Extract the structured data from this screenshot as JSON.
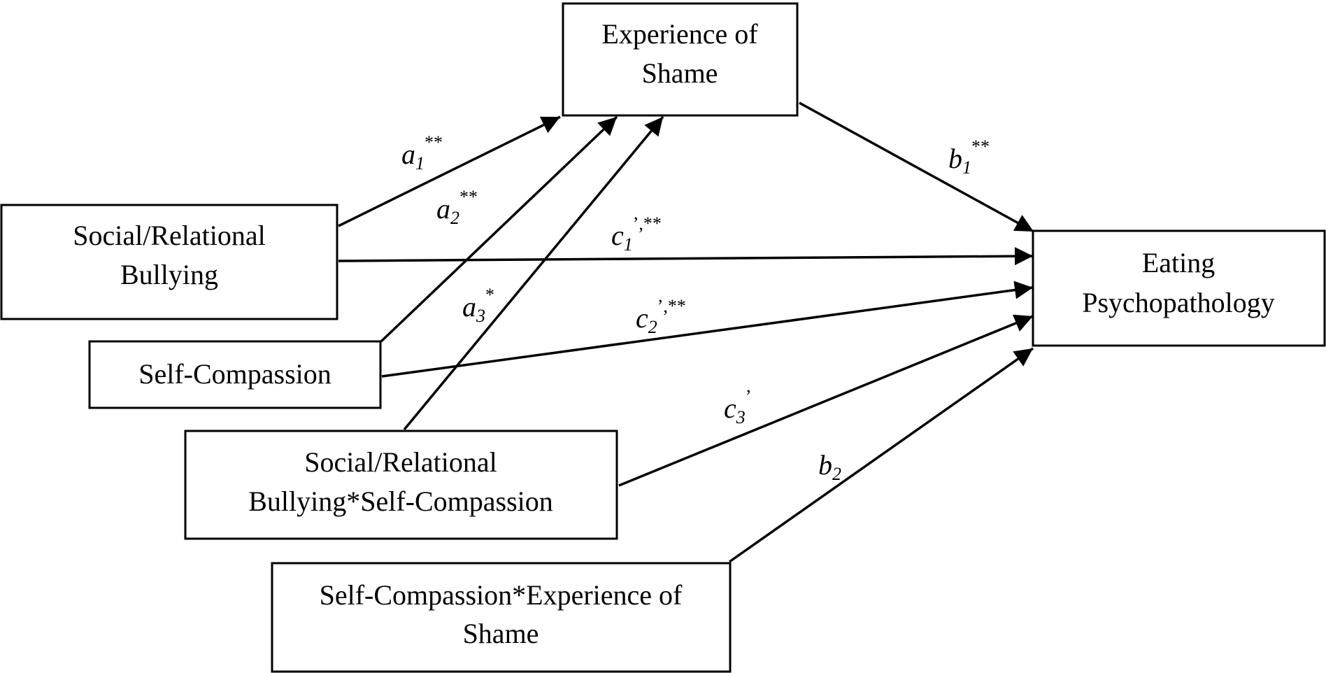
{
  "nodes": {
    "shame": {
      "line1": "Experience of",
      "line2": "Shame"
    },
    "bullying": {
      "line1": "Social/Relational",
      "line2": "Bullying"
    },
    "self_compassion": {
      "line1": "Self-Compassion"
    },
    "bullying_x_sc": {
      "line1": "Social/Relational",
      "line2": "Bullying*Self-Compassion"
    },
    "sc_x_shame": {
      "line1": "Self-Compassion*Experience of",
      "line2": "Shame"
    },
    "eating": {
      "line1": "Eating",
      "line2": "Psychopathology"
    }
  },
  "paths": {
    "a1": {
      "letter": "a",
      "sub": "1",
      "sup": "**"
    },
    "a2": {
      "letter": "a",
      "sub": "2",
      "sup": "**"
    },
    "a3": {
      "letter": "a",
      "sub": "3",
      "sup": "*"
    },
    "b1": {
      "letter": "b",
      "sub": "1",
      "sup": "**"
    },
    "b2": {
      "letter": "b",
      "sub": "2",
      "sup": ""
    },
    "c1": {
      "letter": "c",
      "sub": "1",
      "sup": "’,**"
    },
    "c2": {
      "letter": "c",
      "sub": "2",
      "sup": "’,**"
    },
    "c3": {
      "letter": "c",
      "sub": "3",
      "sup": "’"
    }
  }
}
